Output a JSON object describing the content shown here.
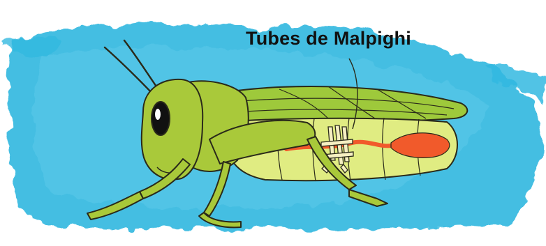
{
  "diagram": {
    "callout_label": "Tubes de Malpighi",
    "colors": {
      "watercolor_blue": "#33b9e0",
      "watercolor_light": "#7fd6ef",
      "body_green": "#a9c93a",
      "wing_green": "#9ec93b",
      "abdomen_light": "#e0ec82",
      "gut_orange": "#f15a2b",
      "tubules_cream": "#f6f0c2",
      "outline": "#2a2a1a"
    },
    "icons": [
      "grasshopper-illustration",
      "malpighian-tubules",
      "watercolor-background"
    ]
  }
}
